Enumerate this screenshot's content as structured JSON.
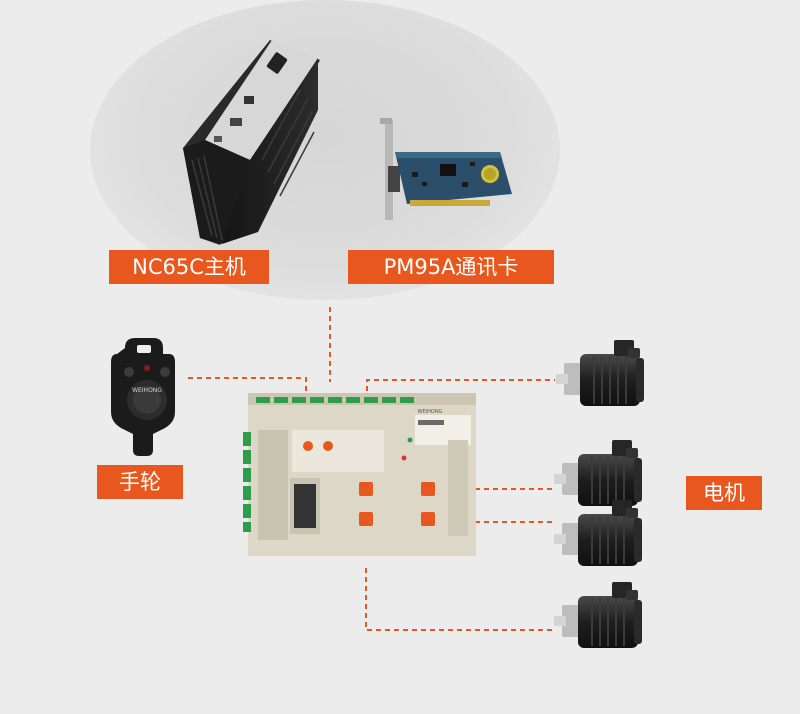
{
  "labels": {
    "host": "NC65C主机",
    "card": "PM95A通讯卡",
    "pendant": "手轮",
    "motor": "电机"
  },
  "device_marks": {
    "pendant_brand": "WEIHONG",
    "board_brand": "WEIHONG"
  },
  "colors": {
    "accent": "#e8581e",
    "connector_line": "#e8581e",
    "background": "#ececec"
  },
  "icons": [
    "host-box-icon",
    "pcie-card-icon",
    "handwheel-pendant-icon",
    "controller-board-icon",
    "servo-motor-icon"
  ]
}
